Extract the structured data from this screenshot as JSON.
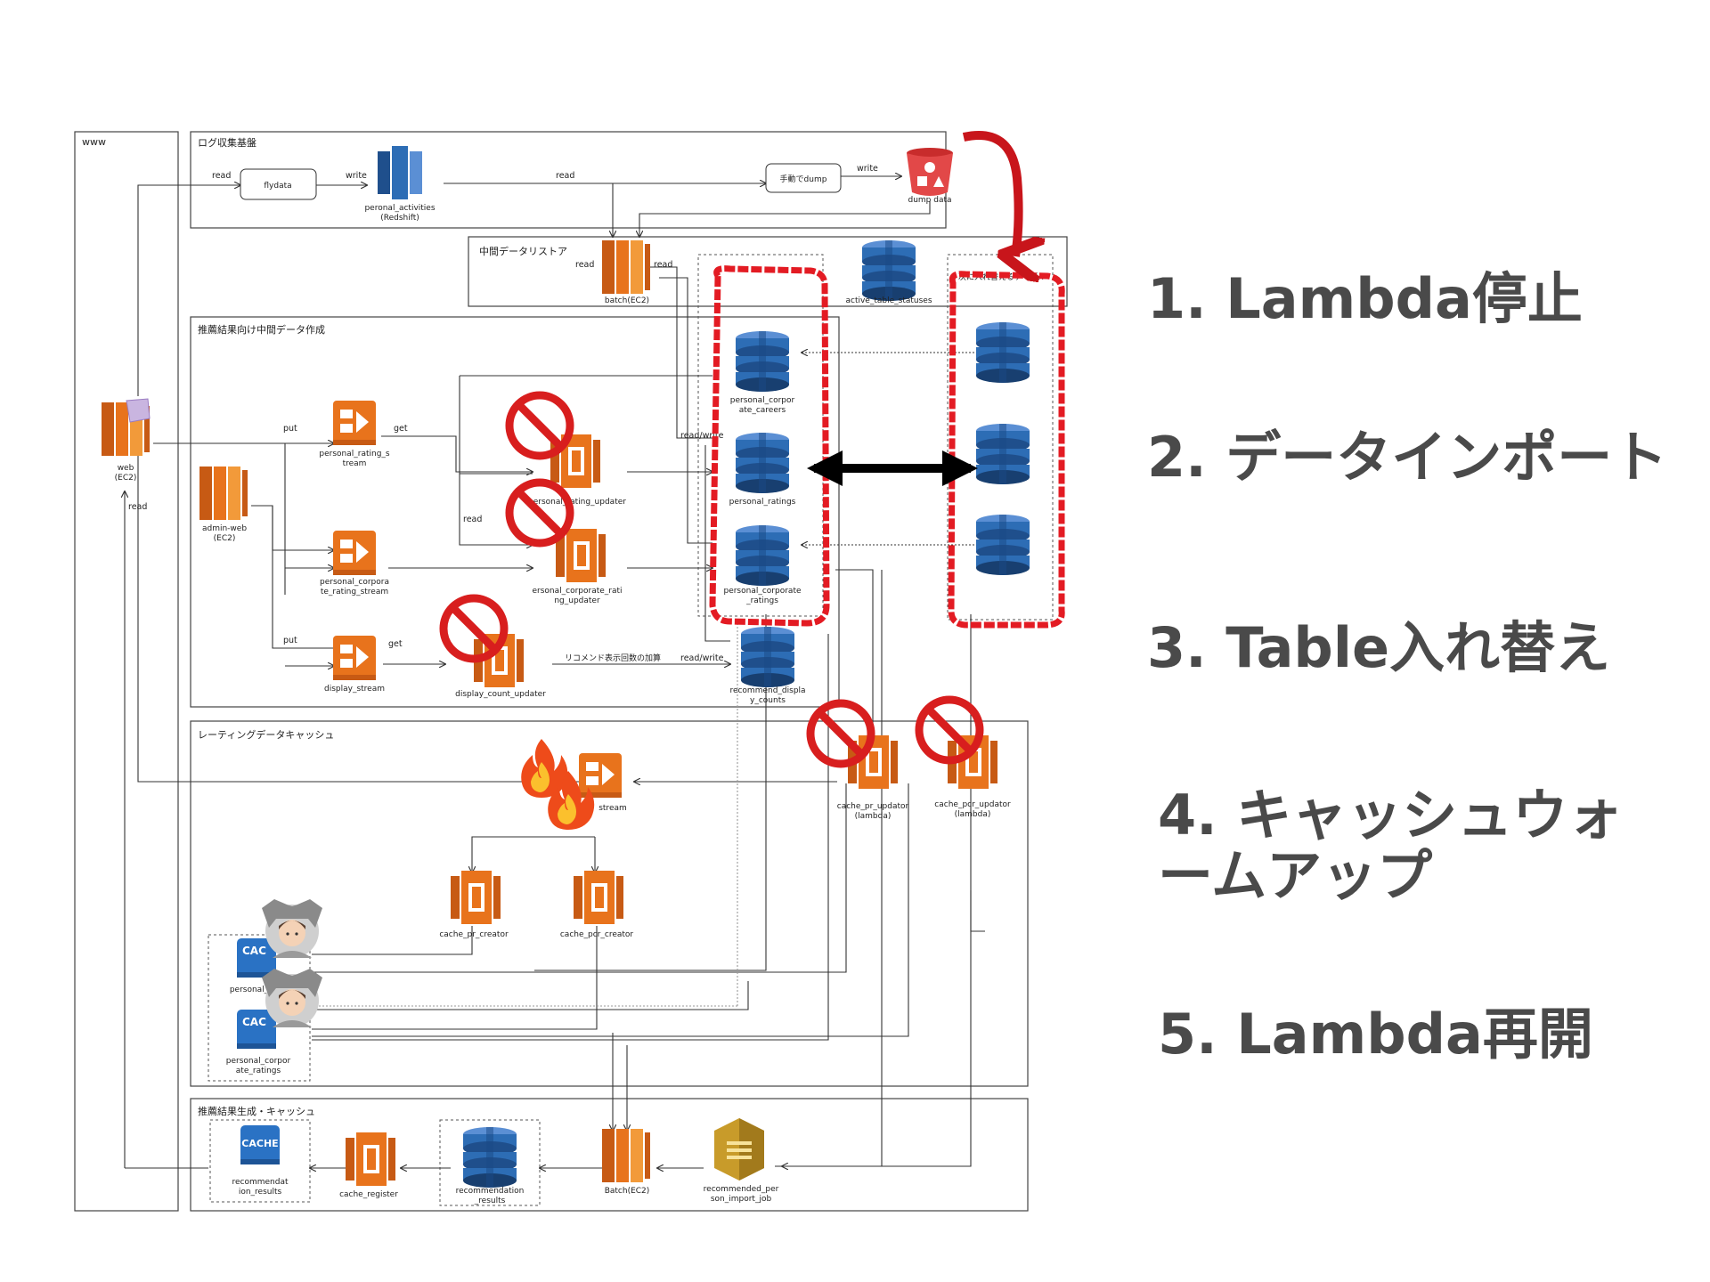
{
  "sections": {
    "www": "www",
    "log": "ログ収集基盤",
    "mid_store": "中間データリストア",
    "rec_mid": "推薦結果向け中間データ作成",
    "rating_cache": "レーティングデータキャッシュ",
    "rec_gen": "推薦結果生成・キャッシュ",
    "next_label": "次に入れ替えるテーブル"
  },
  "nodes": {
    "flydata": "flydata",
    "redshift_1": "peronal_activities",
    "redshift_2": "(Redshift)",
    "manual_dump": "手動でdump",
    "dump_data": "dump data",
    "batch_top": "batch(EC2)",
    "active_table": "active_table_statuses",
    "web_1": "web",
    "web_2": "(EC2)",
    "admin_1": "admin-web",
    "admin_2": "(EC2)",
    "prs_1": "personal_rating_s",
    "prs_2": "tream",
    "pcrs_1": "personal_corpora",
    "pcrs_2": "te_rating_stream",
    "ds": "display_stream",
    "pr_updater": "personal_rating_updater",
    "pcr_updater_1": "ersonal_corporate_rati",
    "pcr_updater_2": "ng_updater",
    "dc_updater": "display_count_updater",
    "pcc_1": "personal_corpor",
    "pcc_2": "ate_careers",
    "pr_table": "personal_ratings",
    "pcr_table_1": "personal_corporate",
    "pcr_table_2": "_ratings",
    "rdc_1": "recommend_displa",
    "rdc_2": "y_counts",
    "cache_pr_upd_1": "cache_pr_updator",
    "cache_pr_upd_2": "(lambda)",
    "cache_pcr_upd_1": "cache_pcr_updator",
    "cache_pcr_upd_2": "(lambda)",
    "stream": "stream",
    "cache_pr_creator": "cache_pr_creator",
    "cache_pcr_creator": "cache_pcr_creator",
    "cache_word": "CACHE",
    "cache_short": "CAC",
    "pr_cache": "personal_ratin",
    "pcr_cache_1": "personal_corpor",
    "pcr_cache_2": "ate_ratings",
    "rec_cache_1": "recommendat",
    "rec_cache_2": "ion_results",
    "cache_register": "cache_register",
    "rec_results_1": "recommendation",
    "rec_results_2": "_results",
    "batch_bottom": "Batch(EC2)",
    "import_job_1": "recommended_per",
    "import_job_2": "son_import_job"
  },
  "edges": {
    "read": "read",
    "write": "write",
    "put": "put",
    "get": "get",
    "read_write": "read/write",
    "recommend_add": "リコメンド表示回数の加算"
  },
  "steps": {
    "s1": "1. Lambda停止",
    "s2": "2. データインポート",
    "s3": "3. Table入れ替え",
    "s4a": "4. キャッシュウォ",
    "s4b": "ームアップ",
    "s5": "5. Lambda再開"
  },
  "colors": {
    "aws_orange": "#e8731c",
    "dynamo_blue": "#2d6db5",
    "highlight_red": "#e31b23",
    "step_text": "#4a4a4a"
  }
}
